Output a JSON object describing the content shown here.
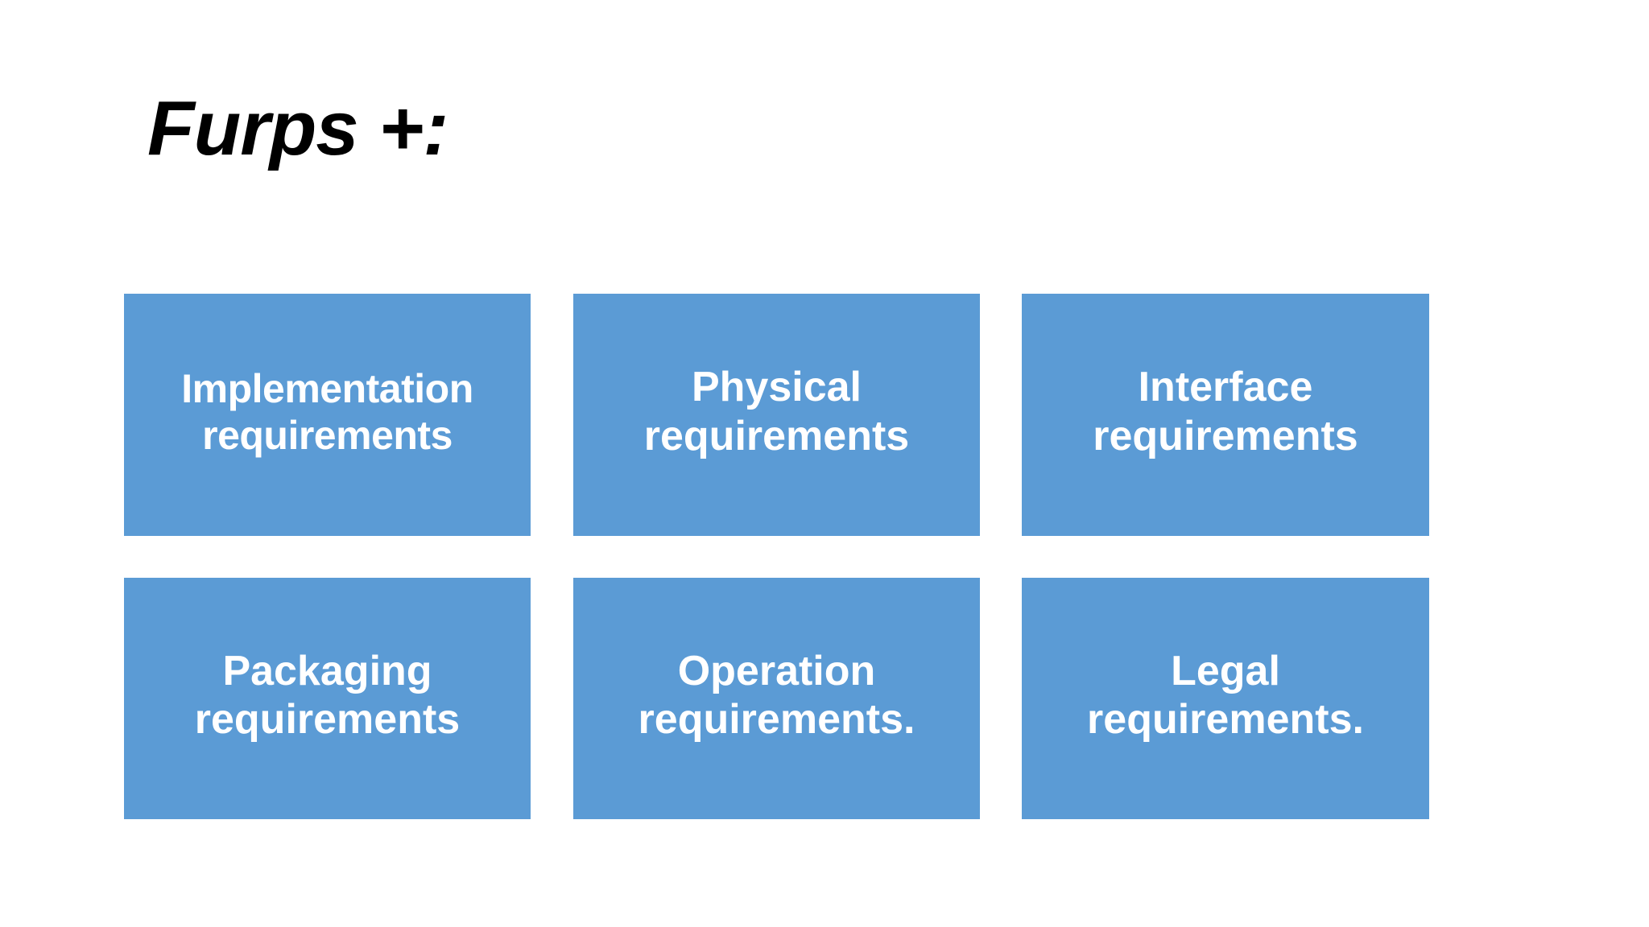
{
  "slide": {
    "title": "Furps +:",
    "background_color": "#FFFFFF",
    "title_color": "#000000",
    "box_color": "#5B9BD5",
    "box_text_color": "#FFFFFF"
  },
  "boxes": [
    {
      "id": "implementation",
      "line1": "Implementation",
      "line2": "requirements",
      "label": "Implementation requirements",
      "row": 1,
      "col": 1
    },
    {
      "id": "physical",
      "line1": "Physical",
      "line2": "requirements",
      "label": "Physical requirements",
      "row": 1,
      "col": 2
    },
    {
      "id": "interface",
      "line1": "Interface",
      "line2": "requirements",
      "label": "Interface requirements",
      "row": 1,
      "col": 3
    },
    {
      "id": "packaging",
      "line1": "Packaging",
      "line2": "requirements",
      "label": "Packaging requirements",
      "row": 2,
      "col": 1
    },
    {
      "id": "operation",
      "line1": "Operation",
      "line2": "requirements.",
      "label": "Operation requirements.",
      "row": 2,
      "col": 2
    },
    {
      "id": "legal",
      "line1": "Legal",
      "line2": "requirements.",
      "label": "Legal requirements.",
      "row": 2,
      "col": 3
    }
  ]
}
